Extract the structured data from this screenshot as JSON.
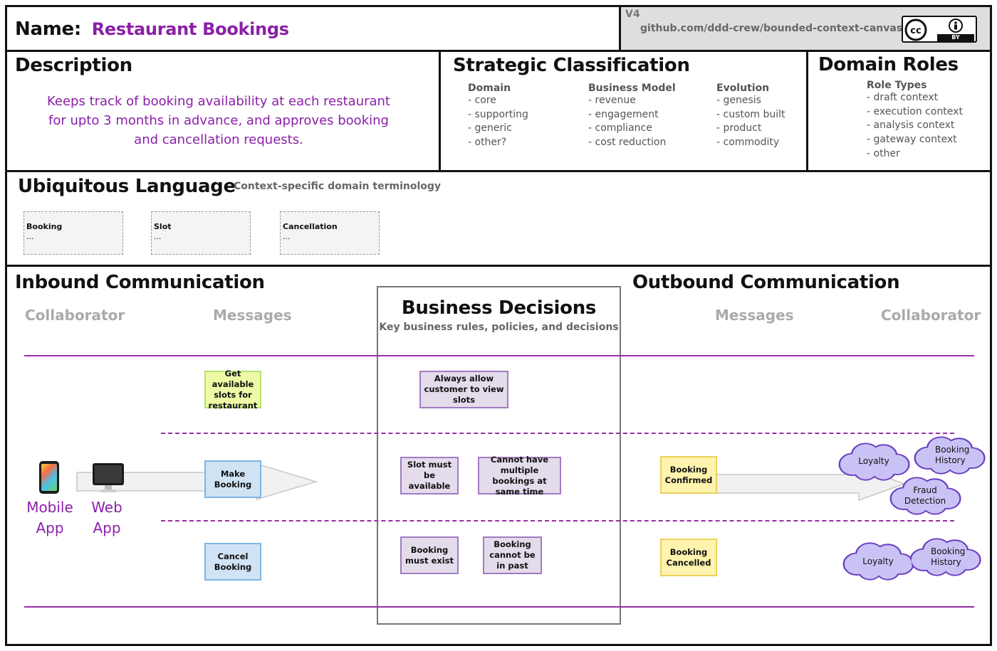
{
  "header": {
    "name_label": "Name:",
    "name_value": "Restaurant Bookings",
    "version": "V4",
    "repo": "github.com/ddd-crew/bounded-context-canvas",
    "license_badge": {
      "cc": "cc",
      "by": "BY",
      "icons": [
        "cc-icon",
        "attribution-icon"
      ]
    }
  },
  "description": {
    "title": "Description",
    "text": "Keeps track of booking availability at each restaurant for upto 3 months in advance, and approves booking and cancellation requests."
  },
  "strategic": {
    "title": "Strategic Classification",
    "columns": [
      {
        "heading": "Domain",
        "items": [
          "- core",
          "- supporting",
          "- generic",
          "- other?"
        ]
      },
      {
        "heading": "Business Model",
        "items": [
          "- revenue",
          "- engagement",
          "- compliance",
          "- cost reduction"
        ]
      },
      {
        "heading": "Evolution",
        "items": [
          "- genesis",
          "- custom built",
          "- product",
          "- commodity"
        ]
      }
    ]
  },
  "domain_roles": {
    "title": "Domain Roles",
    "heading": "Role Types",
    "items": [
      "- draft context",
      "- execution context",
      "- analysis context",
      "- gateway context",
      "- other"
    ]
  },
  "ubiquitous": {
    "title": "Ubiquitous Language",
    "subtitle": "Context-specific domain terminology",
    "terms": [
      {
        "name": "Booking",
        "desc": "..."
      },
      {
        "name": "Slot",
        "desc": "..."
      },
      {
        "name": "Cancellation",
        "desc": "..."
      }
    ]
  },
  "inbound": {
    "title": "Inbound Communication",
    "collaborator_header": "Collaborator",
    "messages_header": "Messages",
    "collaborators": [
      {
        "name": "Mobile App",
        "line1": "Mobile",
        "line2": "App",
        "icon": "smartphone-icon"
      },
      {
        "name": "Web App",
        "line1": "Web",
        "line2": "App",
        "icon": "desktop-monitor-icon"
      }
    ],
    "messages": [
      "Get available slots for restaurant",
      "Make Booking",
      "Cancel Booking"
    ]
  },
  "business_decisions": {
    "title": "Business Decisions",
    "subtitle": "Key business rules, policies, and decisions",
    "rules": [
      "Always allow customer to view slots",
      "Slot must be available",
      "Cannot have multiple bookings at same time",
      "Booking must exist",
      "Booking cannot be in past"
    ]
  },
  "outbound": {
    "title": "Outbound Communication",
    "messages_header": "Messages",
    "collaborator_header": "Collaborator",
    "messages": [
      "Booking Confirmed",
      "Booking Cancelled"
    ],
    "collaborators_confirmed": [
      "Loyalty",
      "Booking History",
      "Fraud Detection"
    ],
    "collaborators_cancelled": [
      "Loyalty",
      "Booking History"
    ]
  },
  "colors": {
    "accent_purple": "#8b1fa8",
    "divider_purple": "#9a2ca8",
    "sticky_green": "#eefaa5",
    "sticky_blue": "#cfe3f5",
    "sticky_purple": "#e4dbeb",
    "sticky_yellow": "#fff3ad",
    "cloud_fill": "#c9c3f5",
    "cloud_stroke": "#6a3dc0"
  }
}
